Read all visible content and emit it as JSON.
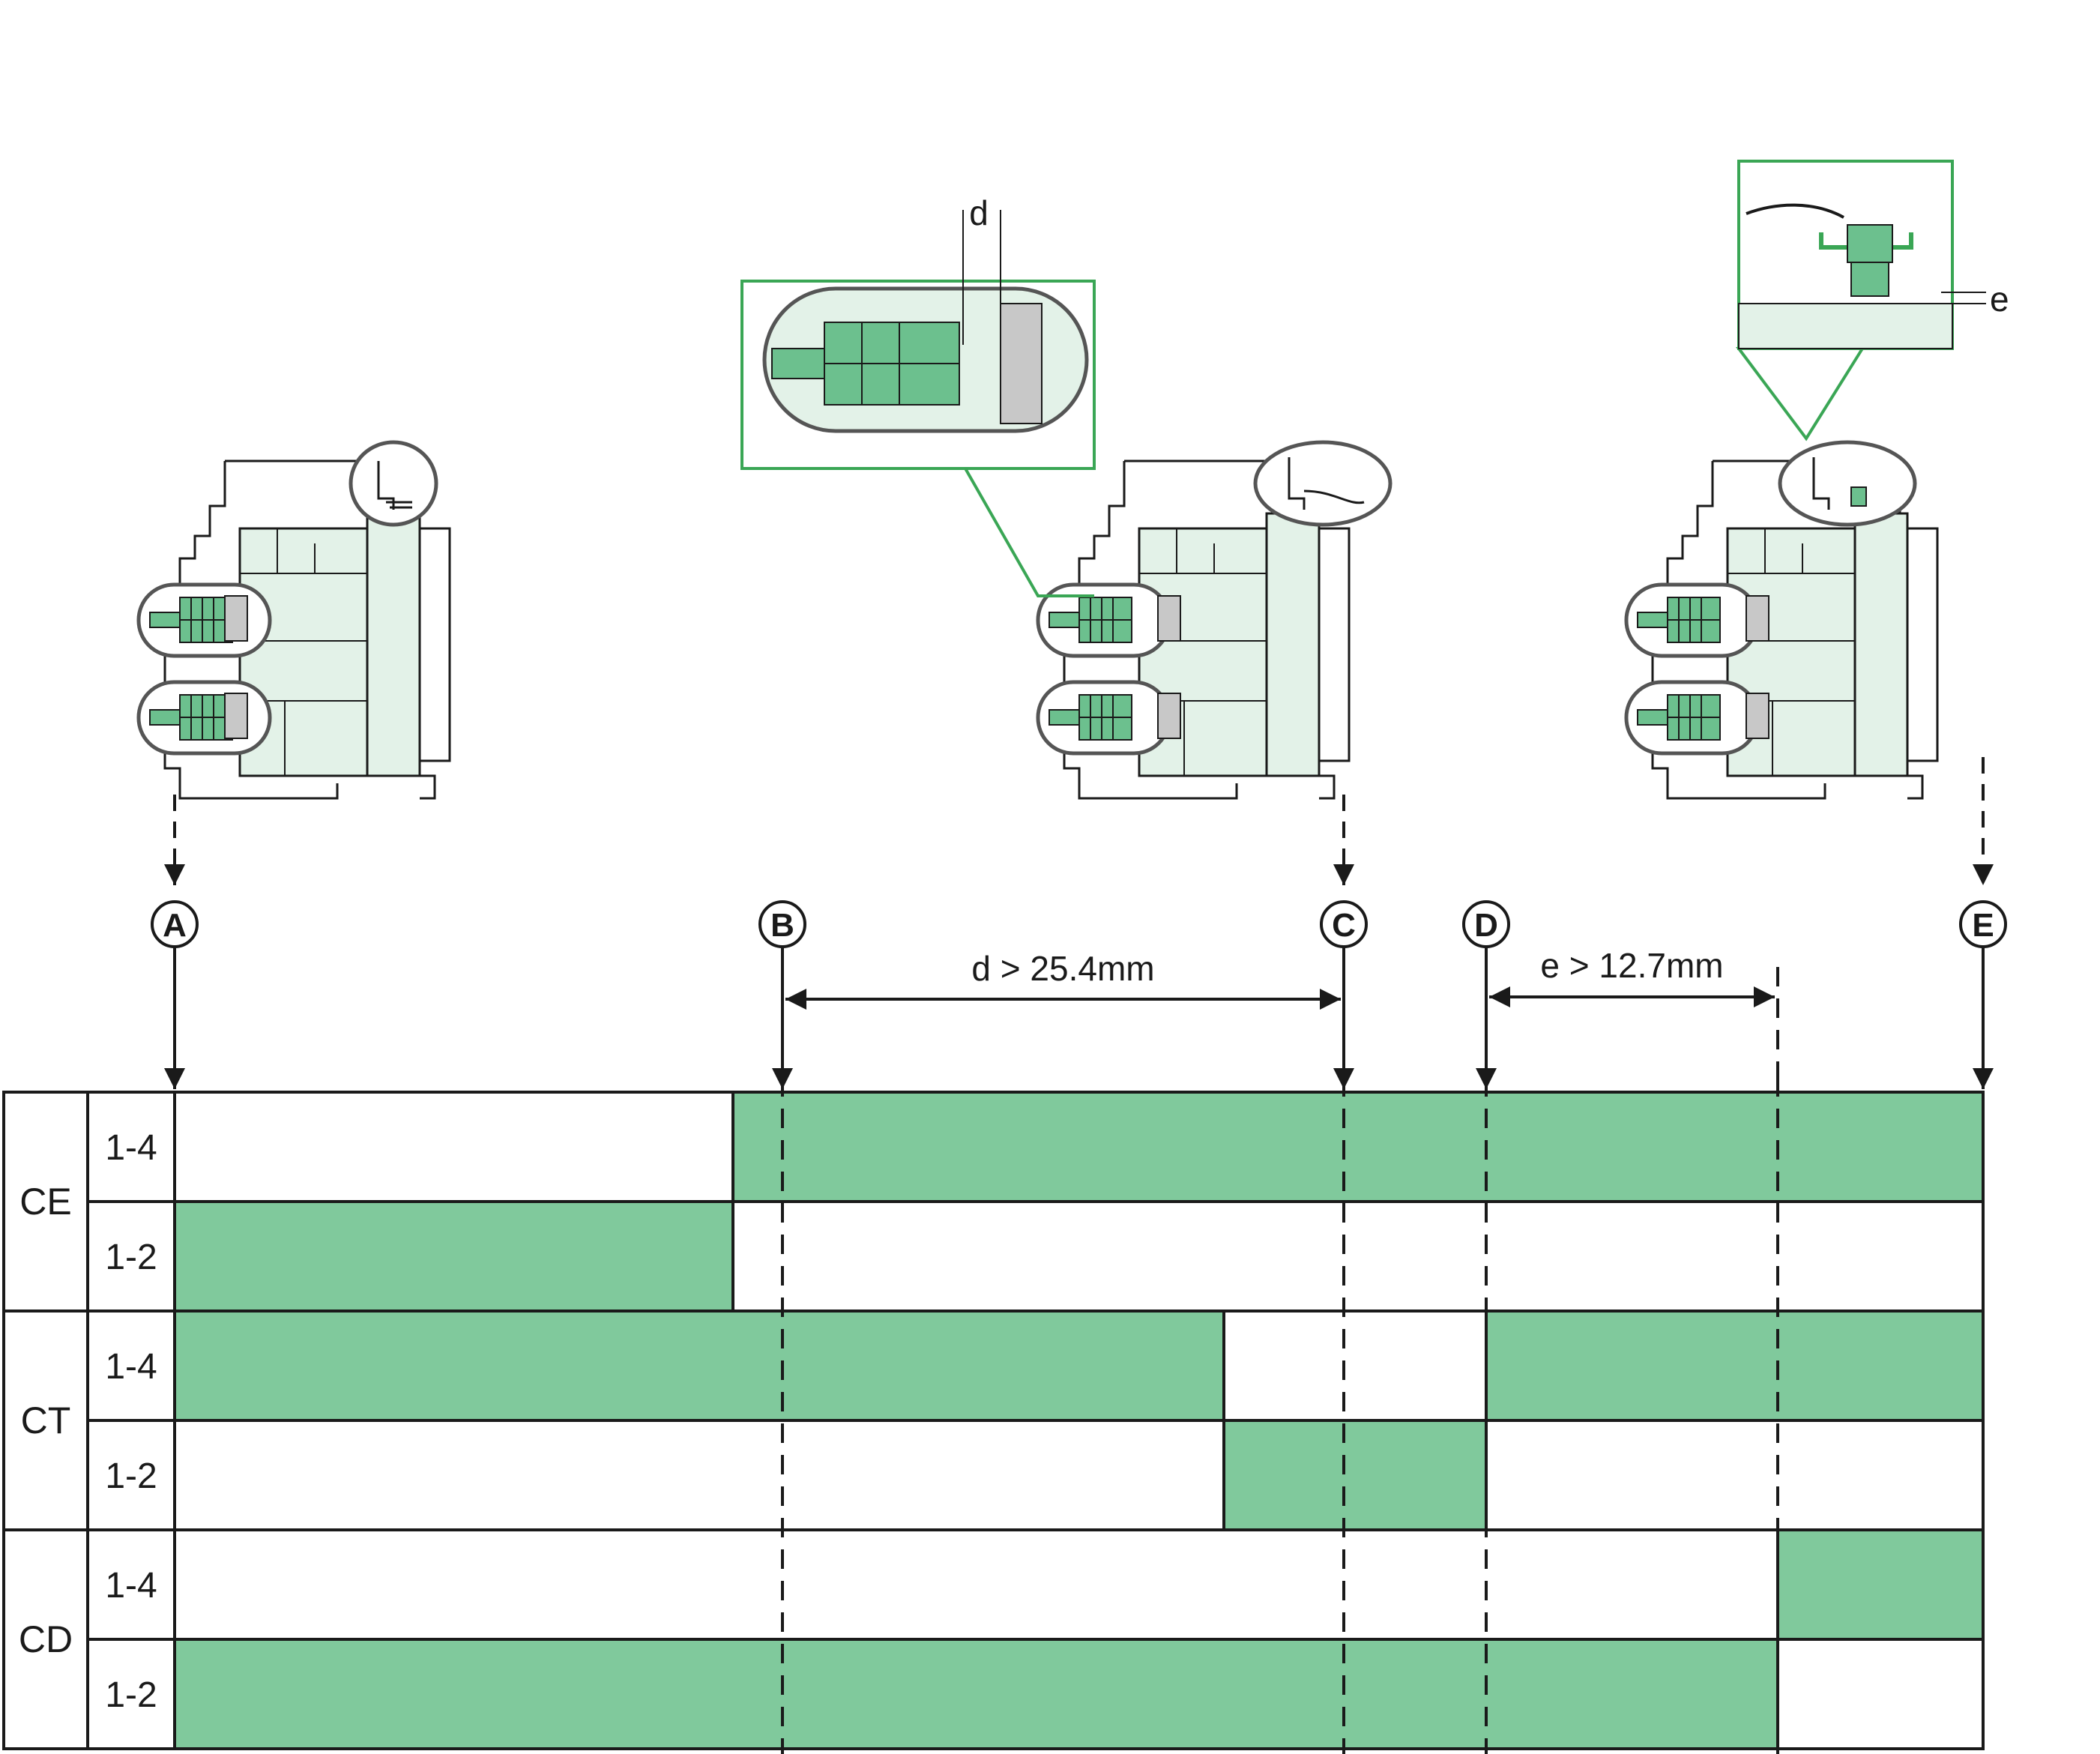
{
  "markers": [
    "A",
    "B",
    "C",
    "D",
    "E"
  ],
  "dimensions": {
    "d_label": "d > 25.4mm",
    "e_label": "e > 12.7mm",
    "d_callout": "d",
    "e_callout": "e"
  },
  "groups": [
    {
      "name": "CE",
      "rows": [
        {
          "label": "1-4",
          "segments": [
            {
              "from": "A",
              "to": "X1",
              "state": "off"
            },
            {
              "from": "X1",
              "to": "E",
              "state": "on"
            }
          ]
        },
        {
          "label": "1-2",
          "segments": [
            {
              "from": "A",
              "to": "X1",
              "state": "on"
            },
            {
              "from": "X1",
              "to": "E",
              "state": "off"
            }
          ]
        }
      ]
    },
    {
      "name": "CT",
      "rows": [
        {
          "label": "1-4",
          "segments": [
            {
              "from": "A",
              "to": "X2",
              "state": "on"
            },
            {
              "from": "X2",
              "to": "D",
              "state": "off"
            },
            {
              "from": "D",
              "to": "E",
              "state": "on"
            }
          ]
        },
        {
          "label": "1-2",
          "segments": [
            {
              "from": "A",
              "to": "X2",
              "state": "off"
            },
            {
              "from": "X2",
              "to": "D",
              "state": "on"
            },
            {
              "from": "D",
              "to": "E",
              "state": "off"
            }
          ]
        }
      ]
    },
    {
      "name": "CD",
      "rows": [
        {
          "label": "1-4",
          "segments": [
            {
              "from": "A",
              "to": "X3",
              "state": "off"
            },
            {
              "from": "X3",
              "to": "E",
              "state": "on"
            }
          ]
        },
        {
          "label": "1-2",
          "segments": [
            {
              "from": "A",
              "to": "X3",
              "state": "on"
            },
            {
              "from": "X3",
              "to": "E",
              "state": "off"
            }
          ]
        }
      ]
    }
  ],
  "colors": {
    "on": "#80c99c",
    "off": "#ffffff",
    "line": "#1a1a1a",
    "callout": "#3aa655",
    "device_fill": "#e3f2e8",
    "connector": "#6cc08e",
    "grey": "#c8c8c8"
  }
}
